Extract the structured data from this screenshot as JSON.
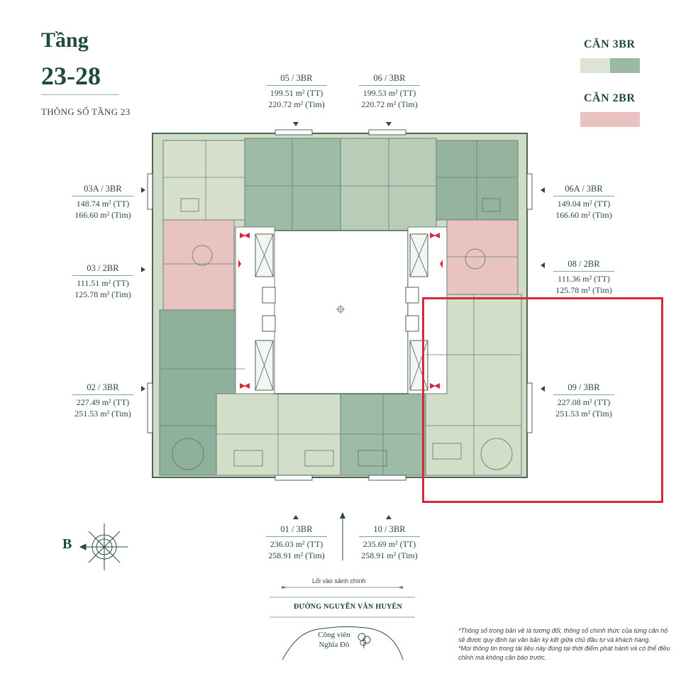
{
  "header": {
    "title_line1": "Tầng",
    "title_line2": "23-28",
    "subtitle": "THÔNG SỐ TẦNG 23"
  },
  "legend": {
    "three_br": {
      "label": "CĂN 3BR",
      "colors": [
        "#dce4d4",
        "#9db9a6"
      ]
    },
    "two_br": {
      "label": "CĂN 2BR",
      "colors": [
        "#e8c3c1"
      ]
    }
  },
  "colors": {
    "light_green": "#d3dec9",
    "mid_green": "#b5cdb8",
    "dark_green": "#8fb09a",
    "pink": "#e8c3c1",
    "highlight_red": "#d62a3a",
    "text_green": "#1f4a3c"
  },
  "units": {
    "u05": {
      "name": "05 / 3BR",
      "area_tt": "199.51 m² (TT)",
      "area_tim": "220.72 m² (Tim)"
    },
    "u06": {
      "name": "06 / 3BR",
      "area_tt": "199.53 m² (TT)",
      "area_tim": "220.72 m² (Tim)"
    },
    "u03a": {
      "name": "03A / 3BR",
      "area_tt": "148.74 m² (TT)",
      "area_tim": "166.60 m² (Tim)"
    },
    "u06a": {
      "name": "06A / 3BR",
      "area_tt": "149.04 m² (TT)",
      "area_tim": "166.60 m² (Tim)"
    },
    "u03": {
      "name": "03 / 2BR",
      "area_tt": "111.51 m² (TT)",
      "area_tim": "125.78 m² (Tim)"
    },
    "u08": {
      "name": "08 / 2BR",
      "area_tt": "111.36 m² (TT)",
      "area_tim": "125.78 m² (Tim)"
    },
    "u02": {
      "name": "02 / 3BR",
      "area_tt": "227.49 m² (TT)",
      "area_tim": "251.53 m² (Tim)"
    },
    "u09": {
      "name": "09 / 3BR",
      "area_tt": "227.08 m² (TT)",
      "area_tim": "251.53 m² (Tim)"
    },
    "u01": {
      "name": "01 / 3BR",
      "area_tt": "236.03 m² (TT)",
      "area_tim": "258.91 m² (Tim)"
    },
    "u10": {
      "name": "10 / 3BR",
      "area_tt": "235.69 m² (TT)",
      "area_tim": "258.91 m² (Tim)"
    }
  },
  "compass": {
    "label": "B"
  },
  "entrance": {
    "caption": "Lối vào sảnh chính",
    "street": "ĐƯỜNG NGUYỄN VĂN HUYÊN"
  },
  "park": {
    "line1": "Công viên",
    "line2": "Nghĩa Đô"
  },
  "notes": {
    "line1": "*Thông số trong bản vẽ là tương đối, thông số chính thức của từng căn hộ sẽ được quy định tại văn bản ký kết giữa chủ đầu tư và khách hàng.",
    "line2": "*Mọi thông tin trong tài liệu này đúng tại thời điểm phát hành và có thể điều chỉnh mà không cần báo trước."
  }
}
